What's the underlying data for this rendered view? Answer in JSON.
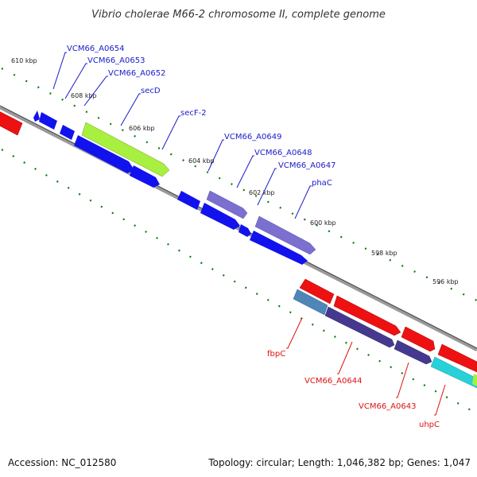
{
  "title": "Vibrio cholerae M66-2 chromosome II, complete genome",
  "footer": {
    "accession": "Accession: NC_012580",
    "summary": "Topology: circular; Length: 1,046,382 bp; Genes: 1,047"
  },
  "colors": {
    "backbone": "#888888",
    "tick": "#0a7a0a",
    "label_forward": "#1a1acc",
    "label_reverse": "#dd1111",
    "gene_blue": "#1212ee",
    "gene_green": "#a8f040",
    "gene_purple_light": "#7b6fd0",
    "gene_purple_dark": "#45398f",
    "gene_red": "#ee1111",
    "gene_steel": "#4f86b8",
    "gene_cyan": "#28d0d8"
  },
  "ticks": [
    "610 kbp",
    "608 kbp",
    "606 kbp",
    "604 kbp",
    "602 kbp",
    "600 kbp",
    "598 kbp",
    "596 kbp"
  ],
  "labels_forward": [
    "VCM66_A0654",
    "VCM66_A0653",
    "VCM66_A0652",
    "secD",
    "secF-2",
    "VCM66_A0649",
    "VCM66_A0648",
    "VCM66_A0647",
    "phaC"
  ],
  "labels_reverse": [
    "fbpC",
    "VCM66_A0644",
    "VCM66_A0643",
    "uhpC"
  ]
}
